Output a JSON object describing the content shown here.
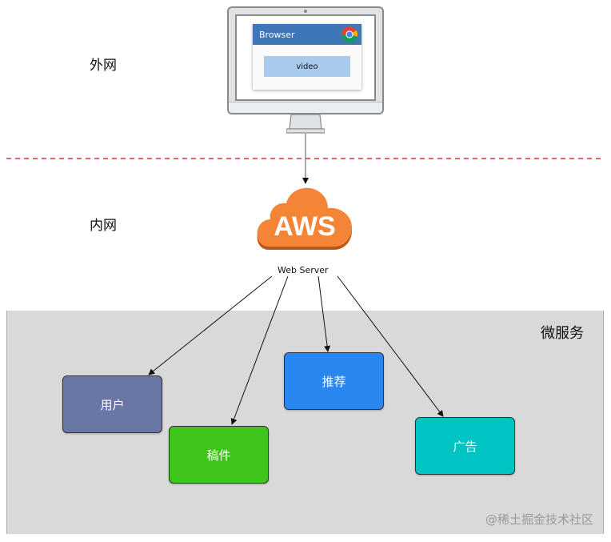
{
  "zones": {
    "external_label": "外网",
    "internal_label": "内网",
    "microservices_label": "微服务"
  },
  "client": {
    "browser_title": "Browser",
    "content_label": "video",
    "browser_icon": "chrome-icon"
  },
  "gateway": {
    "logo_text": "AWS",
    "label": "Web Server"
  },
  "services": [
    {
      "name": "用户",
      "color": "#6977a5"
    },
    {
      "name": "稿件",
      "color": "#3fc41b"
    },
    {
      "name": "推荐",
      "color": "#2a86f0"
    },
    {
      "name": "广告",
      "color": "#00c3c3"
    }
  ],
  "colors": {
    "boundary_line": "#d23a3a",
    "aws_orange": "#f58536",
    "zone_background": "#d9d9d9"
  },
  "watermark": "@稀土掘金技术社区"
}
